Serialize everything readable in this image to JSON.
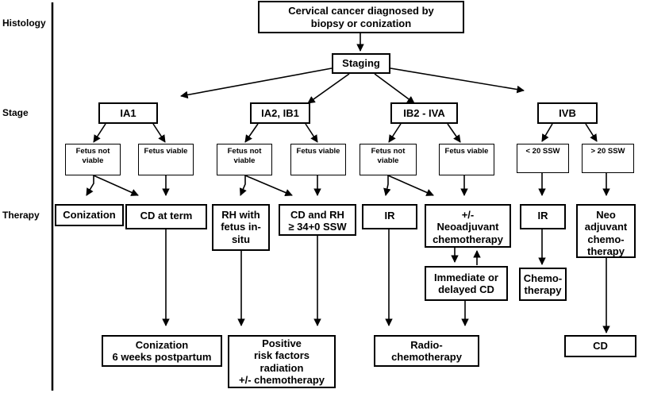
{
  "row_labels": {
    "histology": "Histology",
    "stage": "Stage",
    "therapy": "Therapy"
  },
  "top": {
    "diagnosis": "Cervical cancer diagnosed by\nbiopsy or conization",
    "staging": "Staging"
  },
  "stages": {
    "ia1": "IA1",
    "ia2_ib1": "IA2, IB1",
    "ib2_iva": "IB2 - IVA",
    "ivb": "IVB"
  },
  "conditions": {
    "ia1_not_viable": "Fetus not\nviable",
    "ia1_viable": "Fetus viable",
    "ia2_not_viable": "Fetus not\nviable",
    "ia2_viable": "Fetus viable",
    "ib2_not_viable": "Fetus not\nviable",
    "ib2_viable": "Fetus viable",
    "ivb_lt20": "< 20 SSW",
    "ivb_gt20": "> 20 SSW"
  },
  "therapies": {
    "conization": "Conization",
    "cd_at_term": "CD at term",
    "rh_in_situ": "RH with\nfetus in-\nsitu",
    "cd_and_rh": "CD and RH\n≥ 34+0 SSW",
    "ir_ib2": "IR",
    "neoadjuvant": "+/-\nNeoadjuvant\nchemotherapy",
    "immediate_cd": "Immediate or\ndelayed CD",
    "ir_ivb": "IR",
    "neo_adjuvant_ivb": "Neo\nadjuvant\nchemo-\ntherapy",
    "chemotherapy": "Chemo-\ntherapy"
  },
  "outcomes": {
    "conization_postpartum": "Conization\n6 weeks postpartum",
    "positive_risk": "Positive\nrisk factors\nradiation\n+/- chemotherapy",
    "radiochemo": "Radio-\nchemotherapy",
    "cd": "CD"
  }
}
